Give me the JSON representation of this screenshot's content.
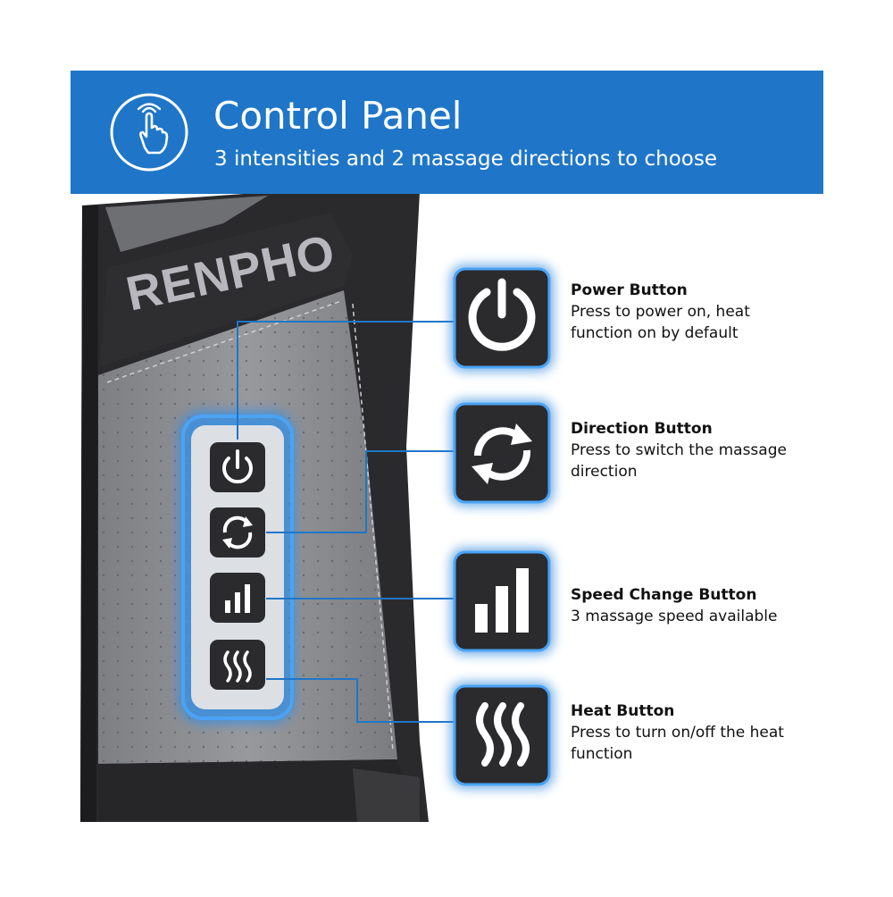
{
  "banner": {
    "title": "Control Panel",
    "subtitle": "3 intensities and 2 massage directions to choose",
    "icon": "touch-hand-icon"
  },
  "brand": "RENPHO",
  "features": [
    {
      "icon": "power-icon",
      "title": "Power Button",
      "desc_lines": [
        "Press to power on, heat",
        "function on by default"
      ]
    },
    {
      "icon": "direction-arrows-icon",
      "title": "Direction Button",
      "desc_lines": [
        "Press to switch the massage",
        "direction"
      ]
    },
    {
      "icon": "speed-bars-icon",
      "title": "Speed Change Button",
      "desc_lines": [
        "3 massage speed available"
      ]
    },
    {
      "icon": "heat-waves-icon",
      "title": "Heat Button",
      "desc_lines": [
        "Press to turn on/off the heat",
        "function"
      ]
    }
  ],
  "colors": {
    "banner": "#1f76c8",
    "icon_tile": "#2b2b2d",
    "accent_glow": "#3a8fe0",
    "fabric_gray": "#8e8f93",
    "fabric_dark": "#2a2a2c"
  }
}
